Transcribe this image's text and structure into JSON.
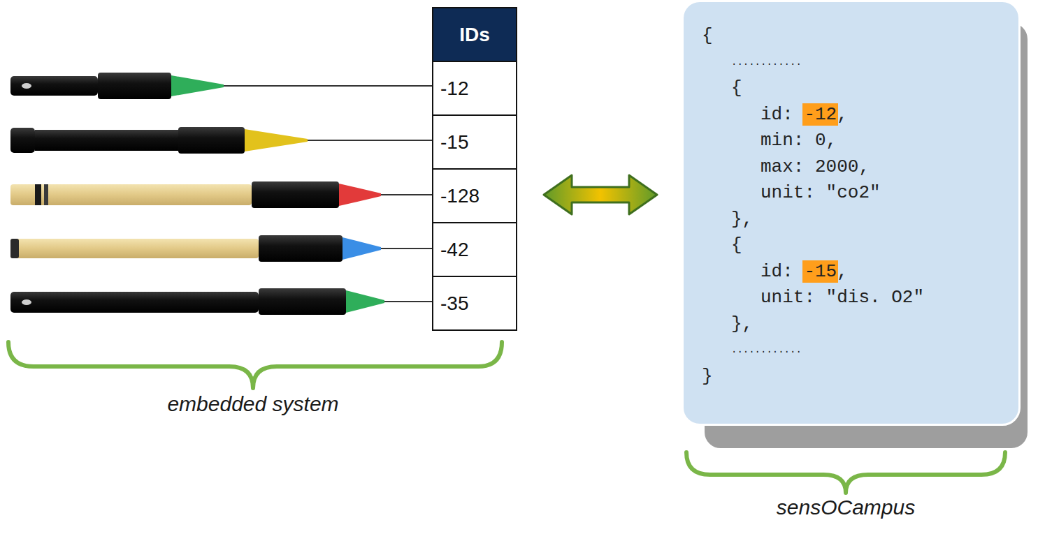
{
  "diagram": {
    "nodes": [
      {
        "text": [
          "IDs",
          "-12",
          "-15",
          "-128",
          "-42",
          "-35"
        ]
      },
      {
        "text": [
          "{",
          "............",
          "{",
          "id: -12,",
          "min: 0,",
          "max: 2000,",
          "unit: \"co2\"",
          "},",
          "{",
          "id: -15,",
          "unit: \"dis. O2\"",
          "},",
          "............",
          "}"
        ]
      }
    ],
    "edges": [
      {
        "from": 0,
        "to": 1,
        "arrow": "both"
      }
    ],
    "labels": [
      "embedded system",
      "sensOCampus"
    ]
  }
}
